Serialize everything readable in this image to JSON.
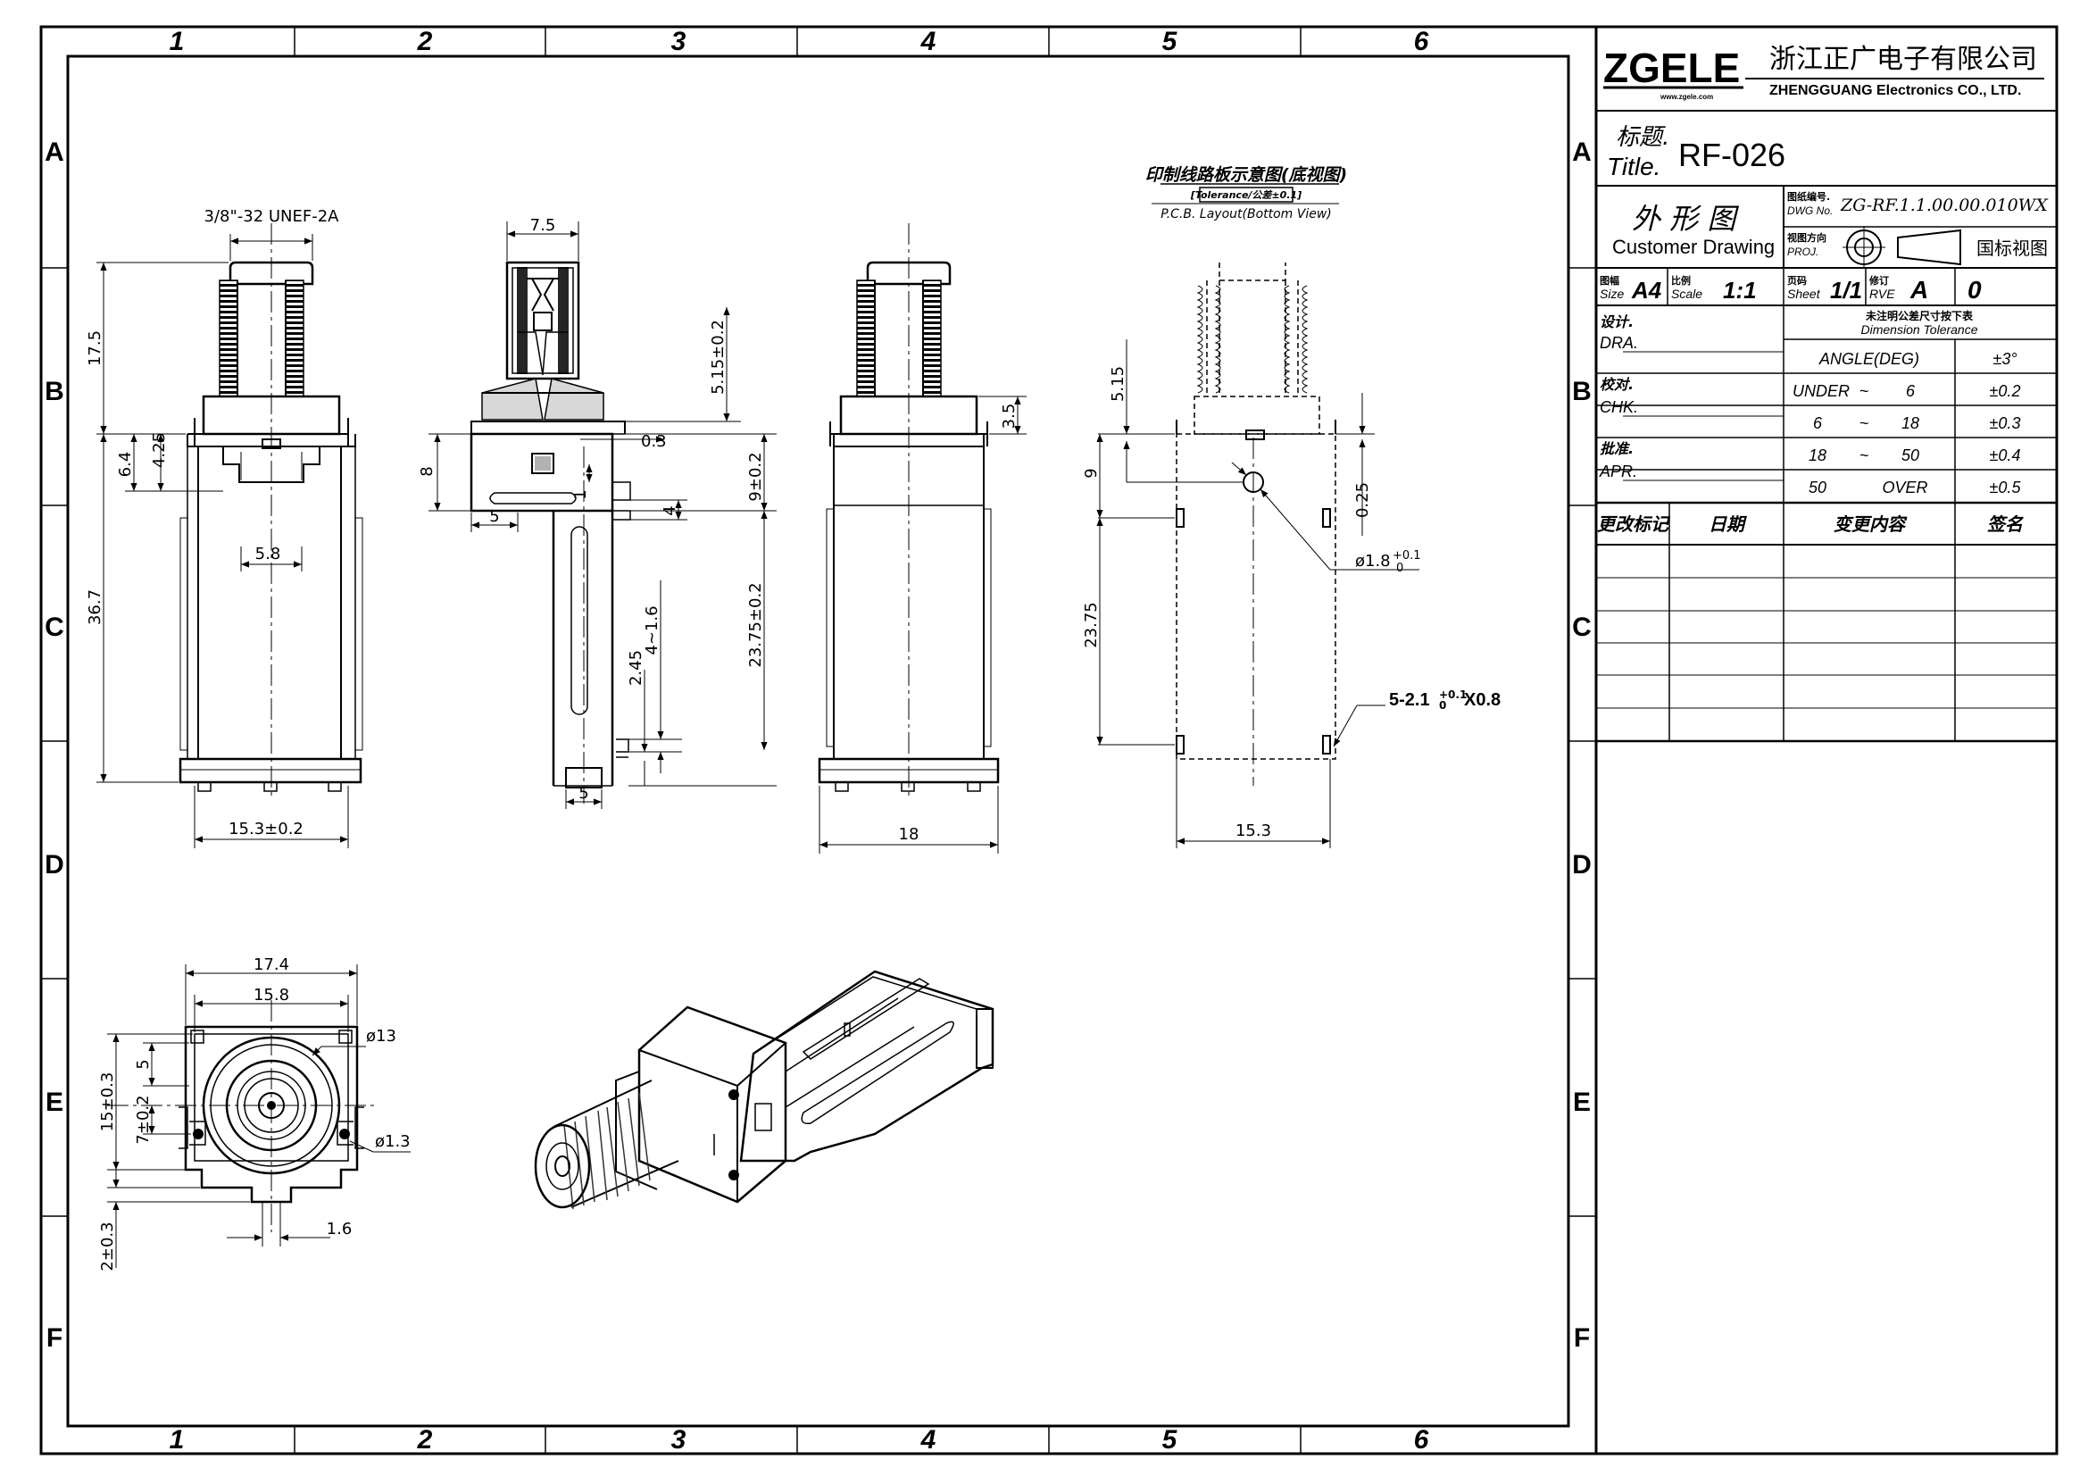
{
  "border": {
    "columns": [
      "1",
      "2",
      "3",
      "4",
      "5",
      "6"
    ],
    "rows": [
      "A",
      "B",
      "C",
      "D",
      "E",
      "F"
    ]
  },
  "company": {
    "logo": "ZGELE",
    "logo_url": "www.zgele.com",
    "name_cn": "浙江正广电子有限公司",
    "name_en": "ZHENGGUANG Electronics CO., LTD."
  },
  "title_block": {
    "title_label_cn": "标题.",
    "title_label_en": "Title.",
    "title_value": "RF-026",
    "drawing_type_cn": "外 形 图",
    "drawing_type_en": "Customer Drawing",
    "dwg_no_label_cn": "图纸编号.",
    "dwg_no_label_en": "DWG No.",
    "dwg_no_value": "ZG-RF.1.1.00.00.010WX",
    "proj_label_cn": "视图方向",
    "proj_label_en": "PROJ.",
    "proj_value": "国标视图",
    "size_label_cn": "图幅",
    "size_label_en": "Size",
    "size_value": "A4",
    "scale_label_cn": "比例",
    "scale_label_en": "Scale",
    "scale_value": "1:1",
    "sheet_label_cn": "页码",
    "sheet_label_en": "Sheet",
    "sheet_value": "1/1",
    "rev_label_cn": "修订",
    "rev_label_en": "RVE",
    "rev_value": "A",
    "rev_extra": "0",
    "tol_header_cn": "未注明公差尺寸按下表",
    "tol_header_en": "Dimension Tolerance",
    "roles": [
      {
        "cn": "设计.",
        "en": "DRA."
      },
      {
        "cn": "校对.",
        "en": "CHK."
      },
      {
        "cn": "批准.",
        "en": "APR."
      }
    ],
    "tolerances": [
      {
        "range": "ANGLE(DEG)",
        "from": "",
        "sep": "",
        "to": "",
        "tol": "±3°"
      },
      {
        "range": "",
        "from": "UNDER",
        "sep": "~",
        "to": "6",
        "tol": "±0.2"
      },
      {
        "range": "",
        "from": "6",
        "sep": "~",
        "to": "18",
        "tol": "±0.3"
      },
      {
        "range": "",
        "from": "18",
        "sep": "~",
        "to": "50",
        "tol": "±0.4"
      },
      {
        "range": "",
        "from": "50",
        "sep": "",
        "to": "OVER",
        "tol": "±0.5"
      }
    ],
    "change_headers": [
      "更改标记",
      "日期",
      "变更内容",
      "签名"
    ]
  },
  "views": {
    "front": {
      "thread": "3/8\"-32 UNEF-2A",
      "d_17_5": "17.5",
      "d_4_25": "4.25",
      "d_6_4": "6.4",
      "d_36_7": "36.7",
      "d_5_8": "5.8",
      "d_15_3": "15.3±0.2"
    },
    "side": {
      "d_7_5": "7.5",
      "d_5_15": "5.15±0.2",
      "d_0_3": "0.3",
      "d_8": "8",
      "d_1": "1",
      "d_9": "9±0.2",
      "d_5a": "5",
      "d_4": "4",
      "d_23_75": "23.75±0.2",
      "d_4_1_6": "4~1.6",
      "d_2_45": "2.45",
      "d_5b": "5"
    },
    "rear": {
      "d_3_5": "3.5",
      "d_18": "18"
    },
    "pcb": {
      "title_cn": "印制线路板示意图(底视图)",
      "tol": "[Tolerance/公差±0.1]",
      "title_en": "P.C.B. Layout(Bottom View)",
      "d_5_15": "5.15",
      "d_9": "9",
      "d_0_25": "0.25",
      "d_hole": "ø1.8",
      "d_hole_tol": "+0.1",
      "d_hole_tol2": "0",
      "d_23_75": "23.75",
      "slots": "5-2.1",
      "slots_tol": "+0.1",
      "slots_tol2": "0",
      "slots_x": "X0.8",
      "d_15_3": "15.3"
    },
    "top": {
      "d_17_4": "17.4",
      "d_15_8": "15.8",
      "d_13": "ø13",
      "d_5": "5",
      "d_15": "15±0.3",
      "d_1_3": "ø1.3",
      "d_7": "7±0.2",
      "d_2": "2±0.3",
      "d_1_6": "1.6"
    }
  }
}
